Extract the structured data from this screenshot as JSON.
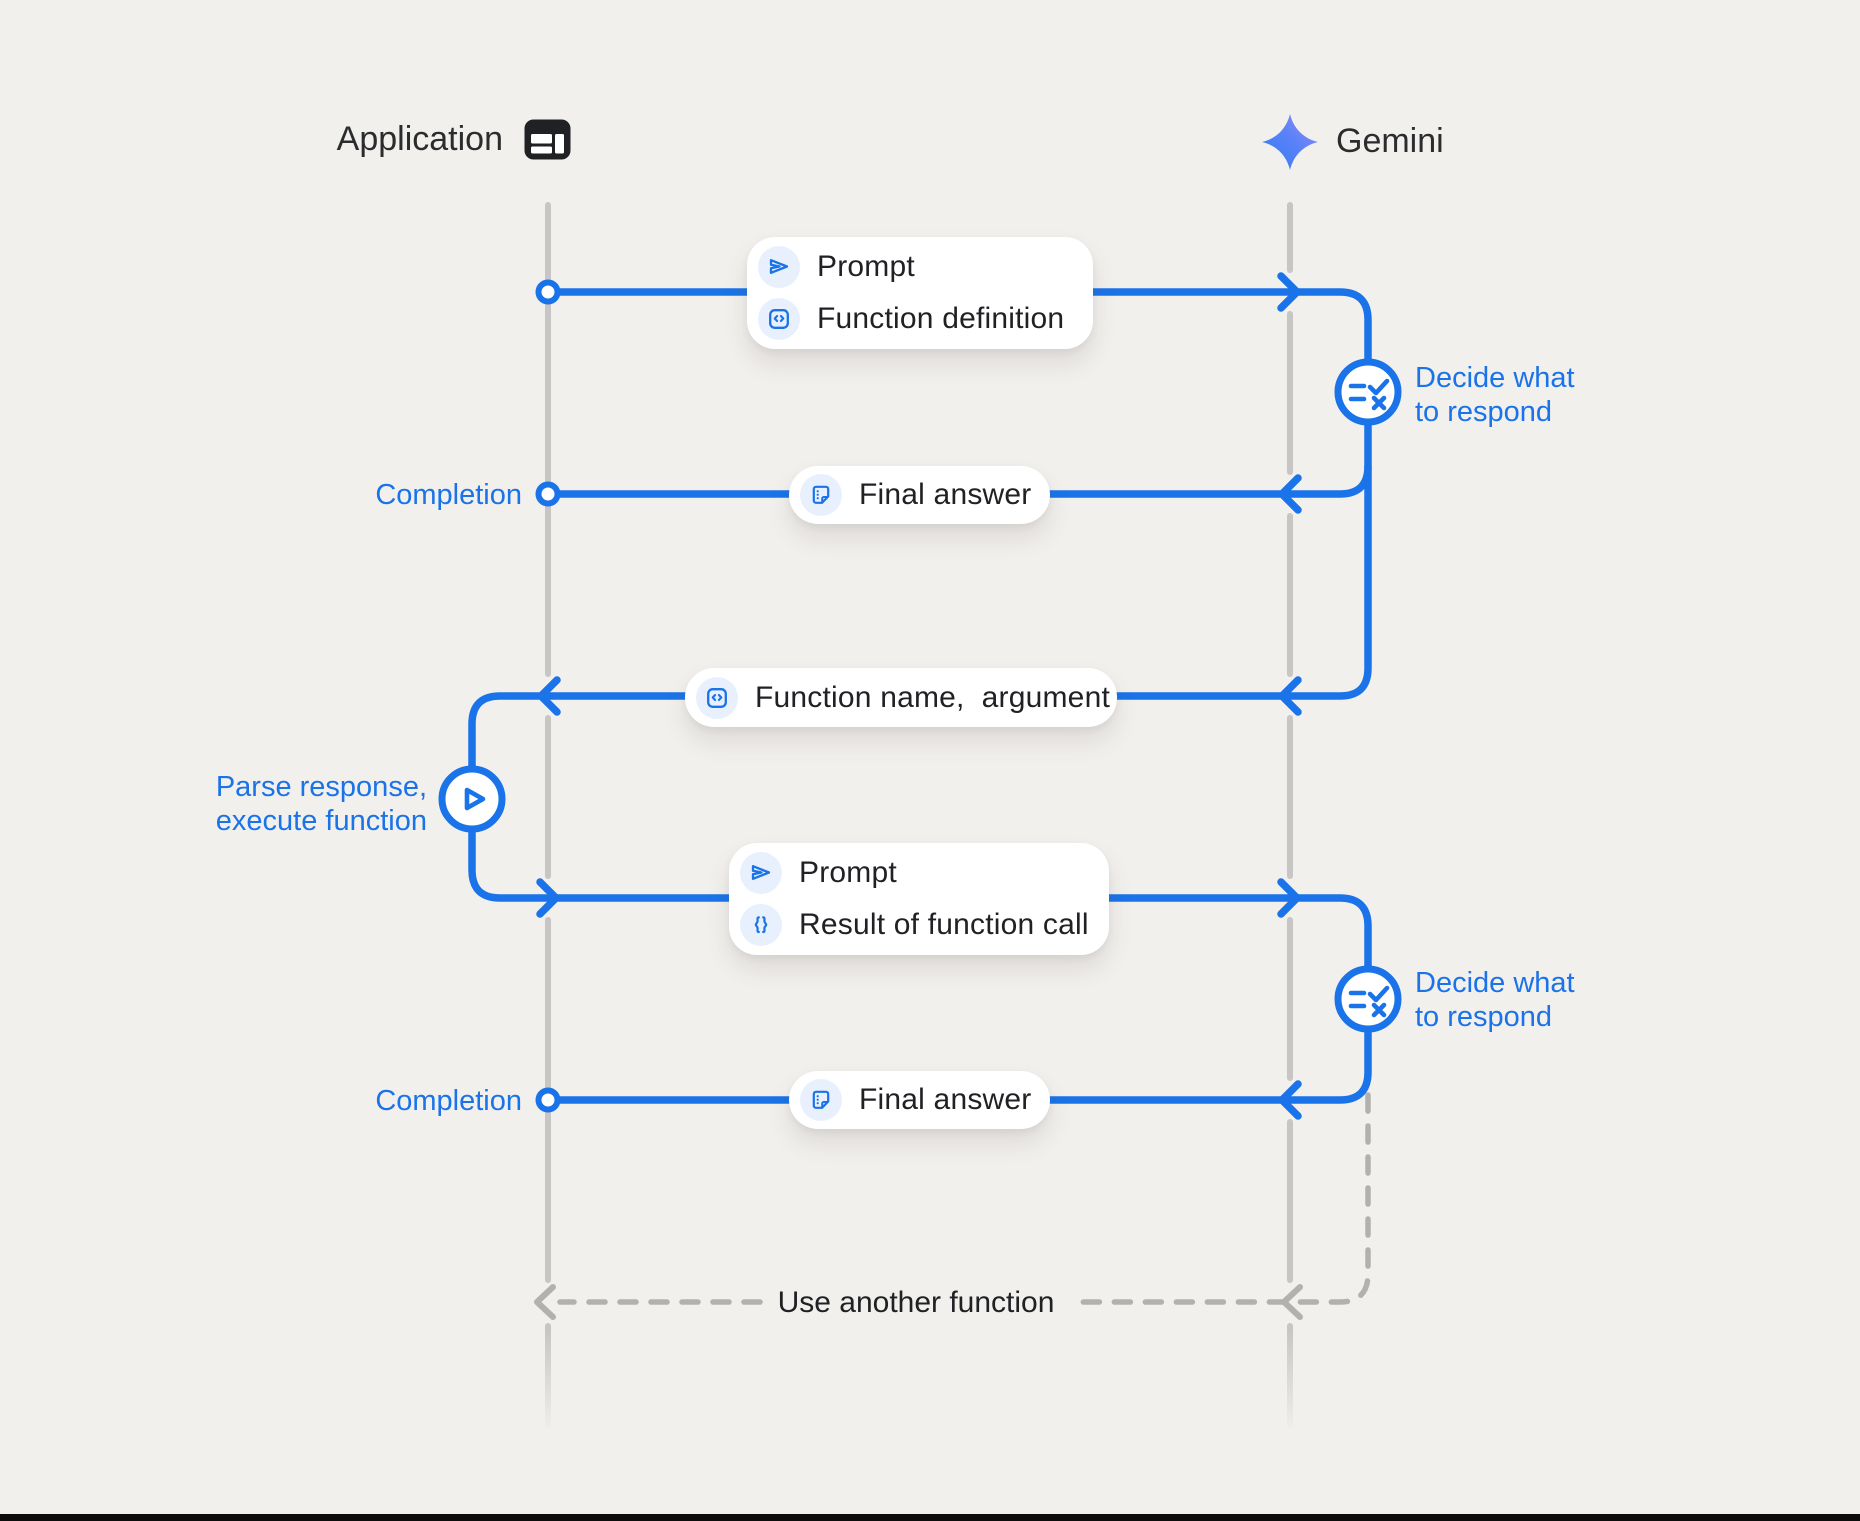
{
  "header": {
    "app_title": "Application",
    "gemini_title": "Gemini"
  },
  "colors": {
    "accent_blue": "#1a73e8",
    "icon_chip_bg": "#e8f0fe",
    "text_dark": "#202124",
    "lifeline_gray": "#c7c6c4",
    "dash_gray": "#b3b1ae",
    "background": "#f2f0ed",
    "gemini_star_gradient": [
      "#2e7bf6",
      "#9b8bfa"
    ]
  },
  "boxes": {
    "box1": {
      "rows": [
        {
          "icon": "send-icon",
          "label": "Prompt"
        },
        {
          "icon": "code-box-icon",
          "label": "Function definition"
        }
      ]
    },
    "box2": {
      "rows": [
        {
          "icon": "note-icon",
          "label": "Final answer"
        }
      ]
    },
    "box3": {
      "rows": [
        {
          "icon": "code-box-icon",
          "label": "Function name,  argument"
        }
      ]
    },
    "box4": {
      "rows": [
        {
          "icon": "send-icon",
          "label": "Prompt"
        },
        {
          "icon": "braces-icon",
          "label": "Result of function call"
        }
      ]
    },
    "box5": {
      "rows": [
        {
          "icon": "note-icon",
          "label": "Final answer"
        }
      ]
    }
  },
  "labels": {
    "completion_1": "Completion",
    "completion_2": "Completion",
    "decide_1": {
      "line1": "Decide what",
      "line2": "to respond"
    },
    "decide_2": {
      "line1": "Decide what",
      "line2": "to respond"
    },
    "parse": {
      "line1": "Parse response,",
      "line2": "execute function"
    },
    "loop_label": "Use another function"
  }
}
